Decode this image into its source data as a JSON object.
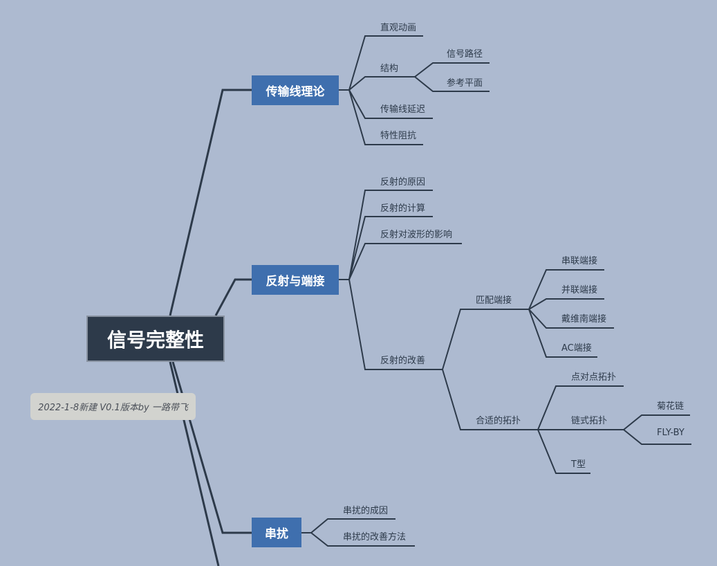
{
  "root": "信号完整性",
  "note": "2022-1-8新建 V0.1版本by 一路带飞",
  "topics": {
    "t1": {
      "label": "传输线理论",
      "children": {
        "a": "直观动画",
        "b": "结构",
        "b1": "信号路径",
        "b2": "参考平面",
        "c": "传输线延迟",
        "d": "特性阻抗"
      }
    },
    "t2": {
      "label": "反射与端接",
      "children": {
        "a": "反射的原因",
        "b": "反射的计算",
        "c": "反射对波形的影响",
        "d": "反射的改善",
        "d1": "匹配端接",
        "d1a": "串联端接",
        "d1b": "并联端接",
        "d1c": "戴维南端接",
        "d1d": "AC端接",
        "d2": "合适的拓扑",
        "d2a": "点对点拓扑",
        "d2b": "链式拓扑",
        "d2b1": "菊花链",
        "d2b2": "FLY-BY",
        "d2c": "T型"
      }
    },
    "t3": {
      "label": "串扰",
      "children": {
        "a": "串扰的成因",
        "b": "串扰的改善方法"
      }
    }
  }
}
